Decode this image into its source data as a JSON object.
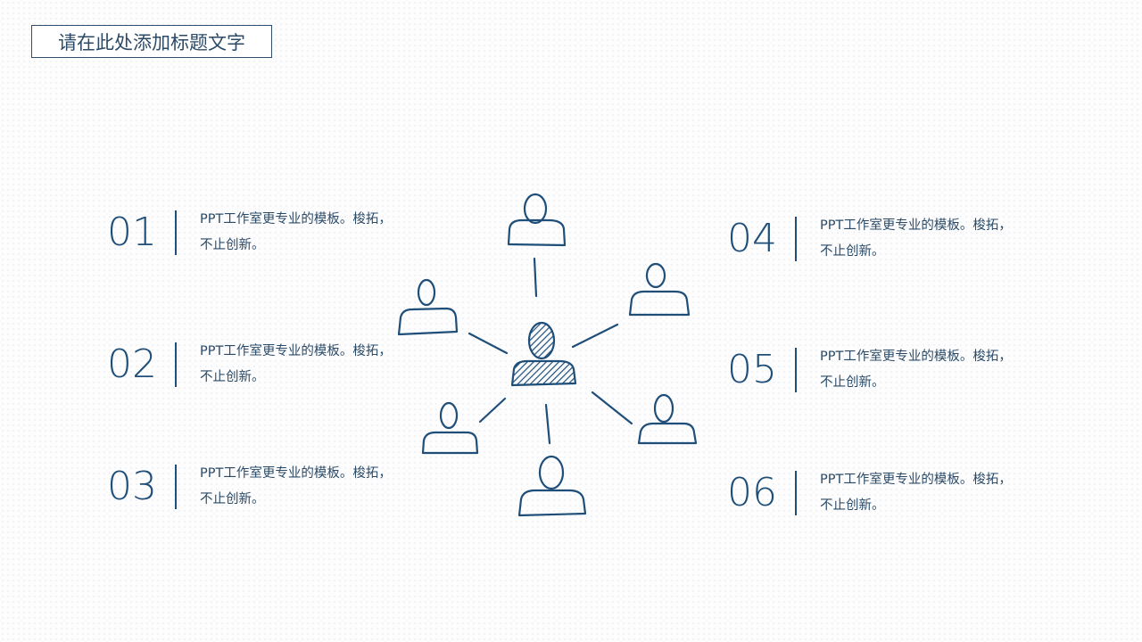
{
  "header": {
    "title": "请在此处添加标题文字"
  },
  "items": [
    {
      "number": "01",
      "text": "PPT工作室更专业的模板。梭拓，不止创新。"
    },
    {
      "number": "02",
      "text": "PPT工作室更专业的模板。梭拓，不止创新。"
    },
    {
      "number": "03",
      "text": "PPT工作室更专业的模板。梭拓，不止创新。"
    },
    {
      "number": "04",
      "text": "PPT工作室更专业的模板。梭拓，不止创新。"
    },
    {
      "number": "05",
      "text": "PPT工作室更专业的模板。梭拓，不止创新。"
    },
    {
      "number": "06",
      "text": "PPT工作室更专业的模板。梭拓，不止创新。"
    }
  ],
  "colors": {
    "accent": "#1f4e79",
    "title_border": "#2f4f6f"
  },
  "icons": {
    "center": "person-icon",
    "satellite": "person-outline-icon"
  }
}
